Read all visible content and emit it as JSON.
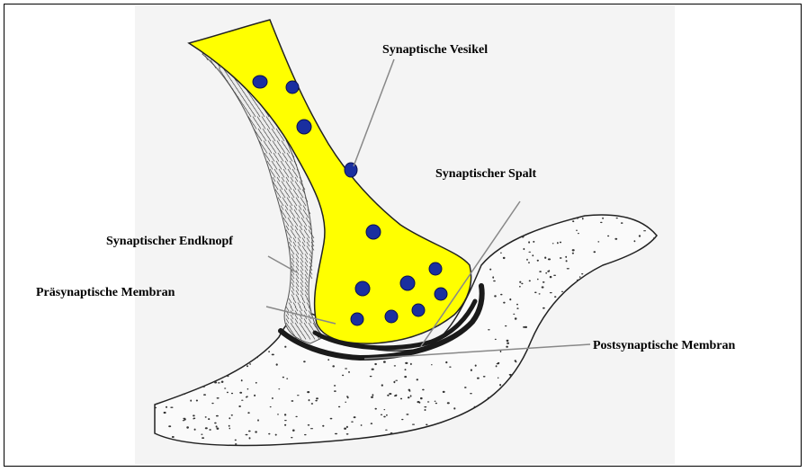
{
  "diagram": {
    "labels": {
      "vesikel": "Synaptische Vesikel",
      "spalt": "Synaptischer Spalt",
      "endknopf": "Synaptischer Endknopf",
      "praesynaptisch": "Präsynaptische Membran",
      "postsynaptisch": "Postsynaptische Membran"
    },
    "colors": {
      "axon_fill": "#ffff00",
      "vesicle_fill": "#1a2fa0",
      "membrane": "#1a1a1a",
      "outline": "#222222",
      "stipple": "#333333",
      "leader_line": "#888888"
    }
  }
}
